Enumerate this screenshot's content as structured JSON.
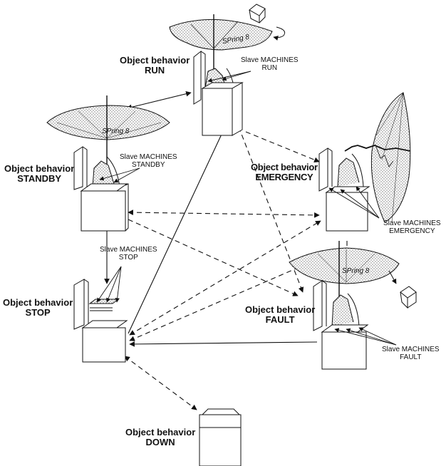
{
  "object_label": "Object behavior",
  "slave_label": "Slave MACHINES",
  "spring_label": "SPring 8",
  "states": {
    "run": "RUN",
    "standby": "STANDBY",
    "emergency": "EMERGENCY",
    "stop": "STOP",
    "fault": "FAULT",
    "down": "DOWN"
  },
  "colors": {
    "ink": "#111111",
    "stipple": "#9a9a9a",
    "paper": "#ffffff"
  }
}
